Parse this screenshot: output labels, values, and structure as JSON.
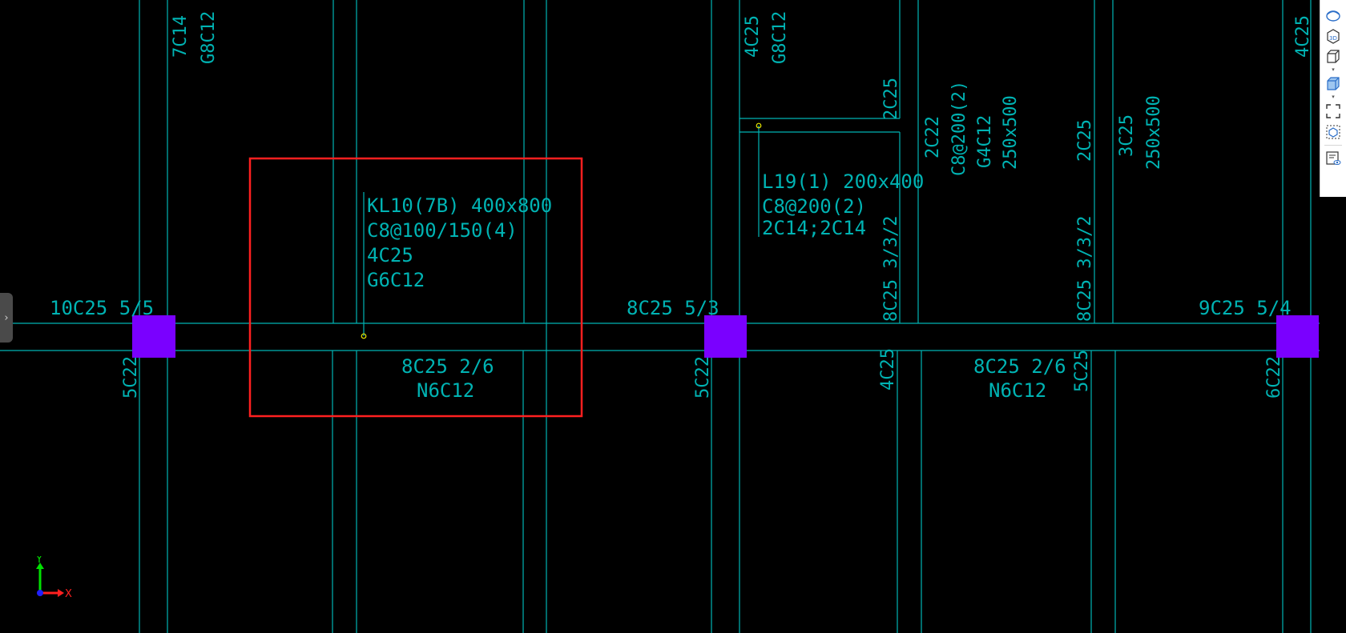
{
  "canvas": {
    "background": "#000000",
    "line_color": "#00b3b3",
    "column_color": "#7a00ff",
    "highlight_color": "#ff2020",
    "marker_color": "#e6e600"
  },
  "annotations": {
    "top_left_1": "7C14",
    "top_left_2": "G8C12",
    "top_mid_1": "4C25",
    "top_mid_2": "G8C12",
    "top_right_edge": "4C25",
    "beam_2c25_a": "2C25",
    "beam_2c22": "2C22",
    "beam_c8_200": "C8@200(2)",
    "beam_g4c12": "G4C12",
    "beam_250x500_a": "250x500",
    "beam_2c25_b": "2C25",
    "beam_3c25": "3C25",
    "beam_250x500_b": "250x500",
    "l19_name": "L19(1) 200x400",
    "l19_stirrup": "C8@200(2)",
    "l19_bars": "2C14;2C14",
    "kl10_name": "KL10(7B) 400x800",
    "kl10_stirrup": "C8@100/150(4)",
    "kl10_top": "4C25",
    "kl10_side": "G6C12",
    "top_bars_1": "10C25 5/5",
    "top_bars_2": "8C25 5/3",
    "top_bars_3": "9C25 5/4",
    "vert_8c25_a": "8C25 3/3/2",
    "vert_8c25_b": "8C25 3/3/2",
    "bottom_5c22_a": "5C22",
    "bottom_5c22_b": "5C22",
    "bottom_4c25": "4C25",
    "bottom_5c25": "5C25",
    "bottom_6c22": "6C22",
    "bottom_bars_1": "8C25 2/6",
    "bottom_n_1": "N6C12",
    "bottom_bars_2": "8C25 2/6",
    "bottom_n_2": "N6C12"
  },
  "axis": {
    "x_label": "X",
    "y_label": "Y"
  },
  "toolbar": {
    "items": [
      {
        "icon": "perspective-icon"
      },
      {
        "icon": "view-3d-icon",
        "label": "3D"
      },
      {
        "icon": "cube-view-icon"
      },
      {
        "icon": "cube-shaded-icon"
      },
      {
        "icon": "fit-view-icon"
      },
      {
        "icon": "component-display-icon"
      },
      {
        "icon": "layer-visibility-icon"
      }
    ]
  },
  "side_toggle": {
    "glyph": "›"
  }
}
